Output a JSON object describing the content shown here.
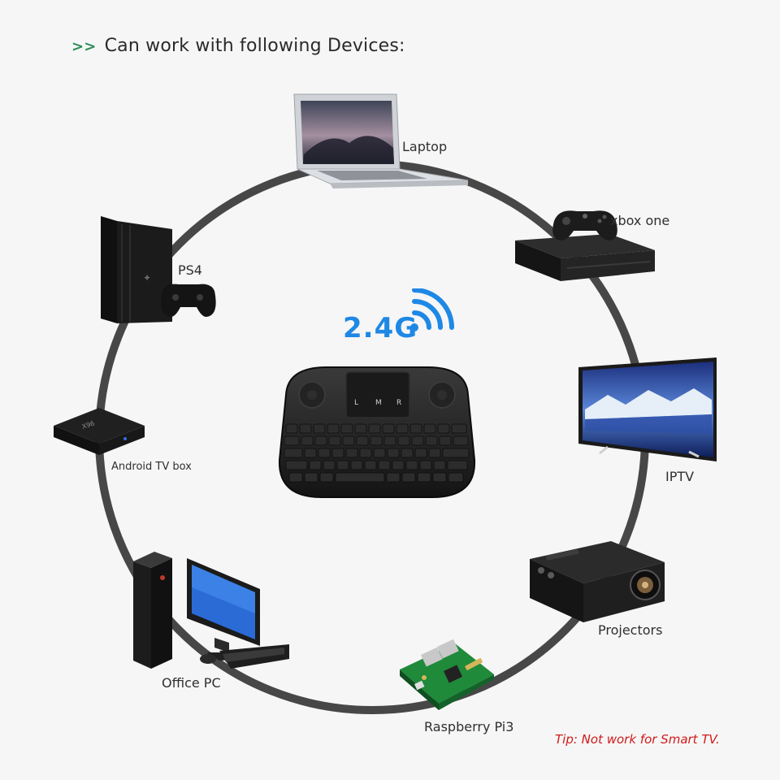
{
  "header": {
    "arrows": ">>",
    "title": "Can work with following Devices:"
  },
  "badge": {
    "text": "2.4G",
    "color": "#1e88e5"
  },
  "devices": [
    {
      "label": "Laptop",
      "icon": "laptop-icon"
    },
    {
      "label": "xbox one",
      "icon": "xbox-console-icon"
    },
    {
      "label": "IPTV",
      "icon": "tv-icon"
    },
    {
      "label": "Projectors",
      "icon": "projector-icon"
    },
    {
      "label": "Raspberry Pi3",
      "icon": "circuit-board-icon"
    },
    {
      "label": "Office PC",
      "icon": "desktop-pc-icon"
    },
    {
      "label": "Android TV box",
      "icon": "tv-box-icon"
    },
    {
      "label": "PS4",
      "icon": "playstation-console-icon"
    }
  ],
  "center": {
    "icon": "wireless-keyboard-icon",
    "touchpad_buttons": [
      "L",
      "M",
      "R"
    ]
  },
  "tip": {
    "text": "Tip: Not work for Smart TV.",
    "color": "#d11a1a"
  },
  "colors": {
    "ring": "#474747",
    "accent": "#2e8b57"
  }
}
